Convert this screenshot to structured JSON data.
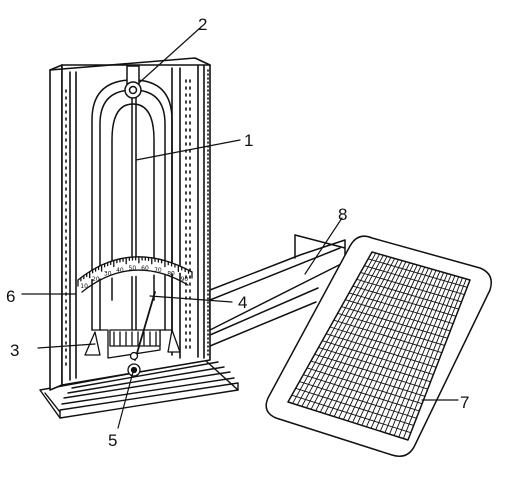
{
  "labels": {
    "l1": "1",
    "l2": "2",
    "l3": "3",
    "l4": "4",
    "l5": "5",
    "l6": "6",
    "l7": "7",
    "l8": "8"
  },
  "scale_ticks": [
    "10",
    "20",
    "30",
    "40",
    "50",
    "60",
    "70",
    "80",
    "90"
  ]
}
